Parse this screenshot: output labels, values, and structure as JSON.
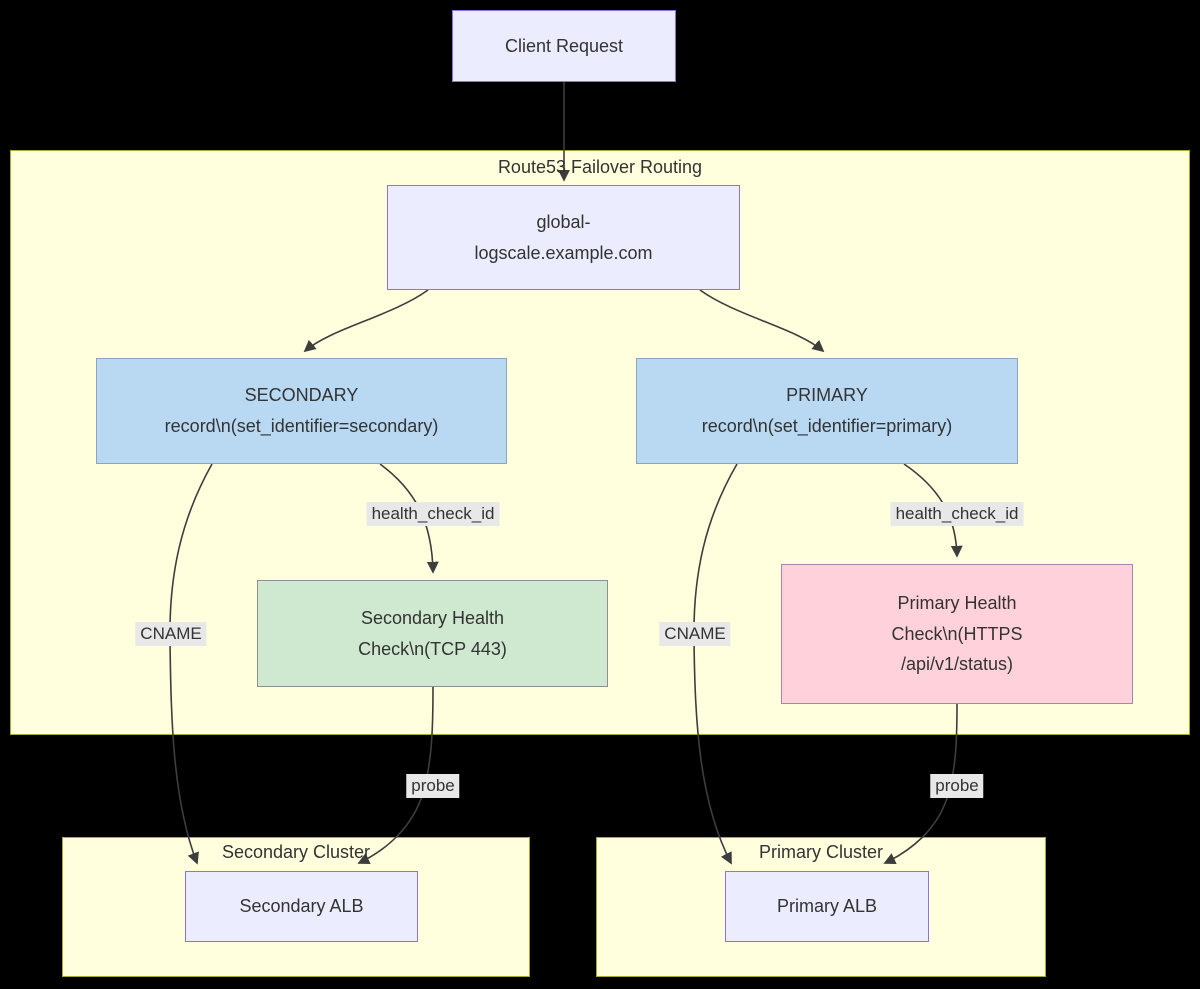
{
  "diagram": {
    "type": "flowchart",
    "main_container_title": "Route53 Failover Routing",
    "nodes": {
      "client": {
        "label": "Client Request"
      },
      "dns": {
        "line1": "global-",
        "line2": "logscale.example.com"
      },
      "secondary_record": {
        "line1": "SECONDARY",
        "line2": "record\\n(set_identifier=secondary)"
      },
      "primary_record": {
        "line1": "PRIMARY",
        "line2": "record\\n(set_identifier=primary)"
      },
      "secondary_health": {
        "line1": "Secondary Health",
        "line2": "Check\\n(TCP 443)"
      },
      "primary_health": {
        "line1": "Primary Health",
        "line2": "Check\\n(HTTPS",
        "line3": "/api/v1/status)"
      },
      "secondary_alb": {
        "label": "Secondary ALB"
      },
      "primary_alb": {
        "label": "Primary ALB"
      }
    },
    "clusters": {
      "secondary": {
        "title": "Secondary Cluster"
      },
      "primary": {
        "title": "Primary Cluster"
      }
    },
    "edges": [
      {
        "from": "client",
        "to": "dns",
        "label": ""
      },
      {
        "from": "dns",
        "to": "secondary_record",
        "label": ""
      },
      {
        "from": "dns",
        "to": "primary_record",
        "label": ""
      },
      {
        "from": "secondary_record",
        "to": "secondary_health",
        "label": "health_check_id"
      },
      {
        "from": "secondary_record",
        "to": "secondary_alb",
        "label": "CNAME"
      },
      {
        "from": "primary_record",
        "to": "primary_health",
        "label": "health_check_id"
      },
      {
        "from": "primary_record",
        "to": "primary_alb",
        "label": "CNAME"
      },
      {
        "from": "secondary_health",
        "to": "secondary_alb",
        "label": "probe"
      },
      {
        "from": "primary_health",
        "to": "primary_alb",
        "label": "probe"
      }
    ],
    "colors": {
      "background": "#000000",
      "container_fill": "#ffffde",
      "container_border": "#aaaa33",
      "node_fill": "#ECECFF",
      "node_border": "#9370DB",
      "record_fill": "#b9d9f3",
      "record_border": "#8aa6bf",
      "health_secondary_fill": "#cfe8d0",
      "health_secondary_border": "#8f8f8f",
      "health_primary_fill": "#ffd2db",
      "health_primary_border": "#a287b5",
      "edge_label_bg": "#e8e8e8",
      "edge_color": "#3d3d3d",
      "text": "#333333"
    }
  }
}
